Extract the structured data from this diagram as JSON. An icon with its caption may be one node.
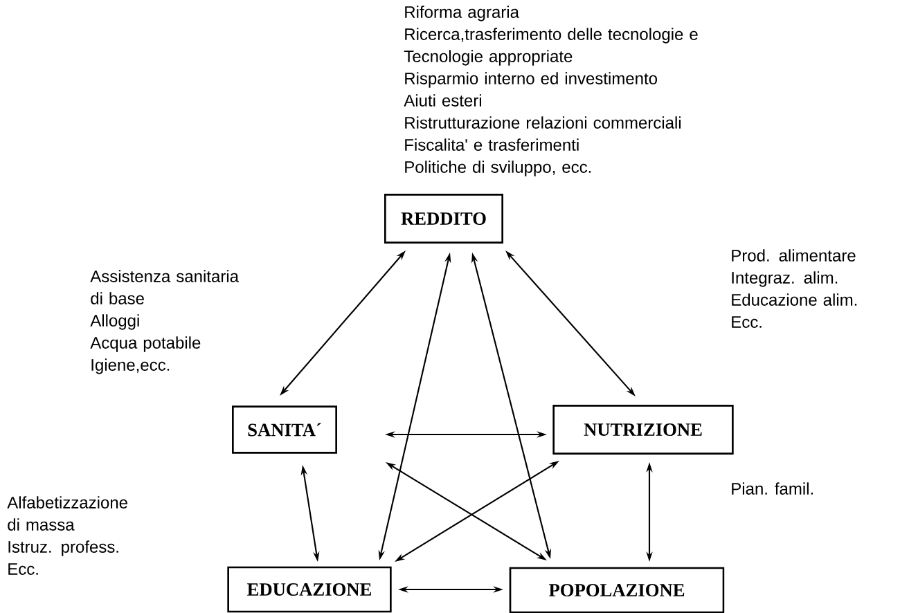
{
  "diagram": {
    "nodes": [
      {
        "text": [
          "REDDITO"
        ],
        "beside": [
          "Riforma agraria",
          "Ricerca,trasferimento delle tecnologie e Tecnologie appropriate",
          "Risparmio interno ed investimento",
          "Aiuti esteri",
          "Ristrutturazione relazioni commerciali",
          "Fiscalita' e trasferimenti",
          "Politiche di sviluppo, ecc."
        ]
      },
      {
        "text": [
          "SANITA´"
        ],
        "beside": [
          "Assistenza sanitaria di base",
          "Alloggi",
          "Acqua potabile",
          "Igiene,ecc."
        ]
      },
      {
        "text": [
          "NUTRIZIONE"
        ],
        "beside": [
          "Prod. alimentare",
          "Integraz. alim.",
          "Educazione alim.",
          "Ecc."
        ]
      },
      {
        "text": [
          "EDUCAZIONE"
        ],
        "beside": [
          "Alfabetizzazione di massa",
          "Istruz. profess.",
          "Ecc."
        ]
      },
      {
        "text": [
          "POPOLAZIONE"
        ]
      }
    ],
    "edges": [
      {
        "from": 0,
        "to": 1,
        "arrow": "both"
      },
      {
        "from": 0,
        "to": 2,
        "arrow": "both"
      },
      {
        "from": 0,
        "to": 3,
        "arrow": "both"
      },
      {
        "from": 0,
        "to": 4,
        "arrow": "both"
      },
      {
        "from": 1,
        "to": 2,
        "arrow": "both"
      },
      {
        "from": 1,
        "to": 3,
        "arrow": "both"
      },
      {
        "from": 1,
        "to": 4,
        "arrow": "both"
      },
      {
        "from": 2,
        "to": 3,
        "arrow": "both"
      },
      {
        "from": 2,
        "to": 4,
        "arrow": "both"
      },
      {
        "from": 3,
        "to": 4,
        "arrow": "both"
      }
    ],
    "labels": [
      "Pian. famil."
    ]
  }
}
